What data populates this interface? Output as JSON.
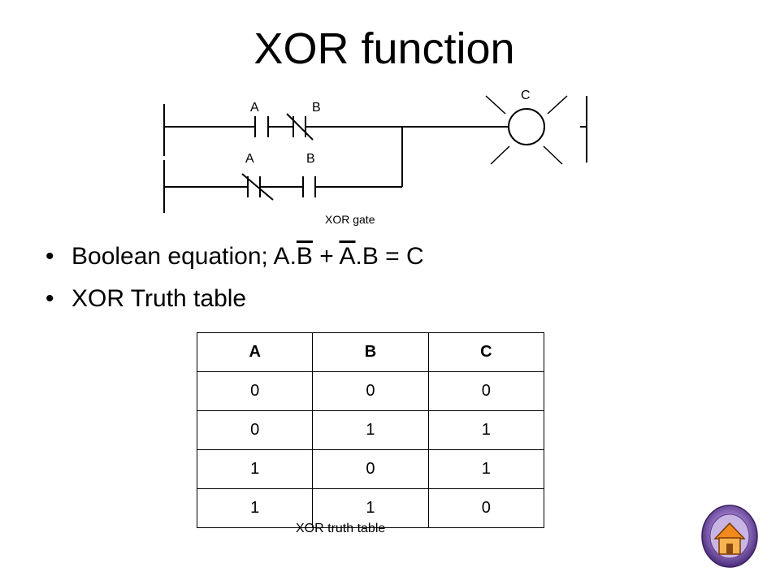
{
  "slide": {
    "title": "XOR function"
  },
  "ladder": {
    "output_label": "C",
    "rung1": {
      "contact1_label": "A",
      "contact2_label": "B"
    },
    "rung2": {
      "contact1_label": "A",
      "contact2_label": "B"
    },
    "caption": "XOR gate"
  },
  "bullets": {
    "equation_prefix": "Boolean equation; A.",
    "equation_b": "B",
    "equation_mid": " + ",
    "equation_a": "A",
    "equation_suffix": ".B = C",
    "truth_table_heading": "XOR Truth table"
  },
  "truth_table": {
    "headers": [
      "A",
      "B",
      "C"
    ],
    "rows": [
      [
        "0",
        "0",
        "0"
      ],
      [
        "0",
        "1",
        "1"
      ],
      [
        "1",
        "0",
        "1"
      ],
      [
        "1",
        "1",
        "0"
      ]
    ],
    "caption": "XOR truth table"
  },
  "home_button": {
    "icon": "home-icon"
  }
}
